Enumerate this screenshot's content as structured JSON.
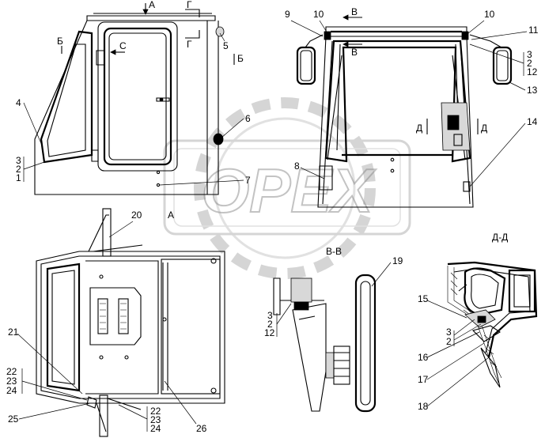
{
  "watermark": "OPEX",
  "section_labels": {
    "A_top": "А",
    "A_top_view": "А",
    "G_top": "Г",
    "G_right": "Г",
    "B_left": "Б",
    "B_right": "Б",
    "C": "С",
    "V_top": "В",
    "V_low": "В",
    "D_left": "Д",
    "D_right": "Д",
    "section_VV": "В-В",
    "section_DD": "Д-Д"
  },
  "callouts": {
    "c4": "4",
    "c5": "5",
    "c6": "6",
    "c7": "7",
    "c8": "8",
    "c9": "9",
    "c10a": "10",
    "c10b": "10",
    "c11": "11",
    "c13": "13",
    "c14": "14",
    "c15": "15",
    "c16": "16",
    "c17": "17",
    "c18": "18",
    "c19": "19",
    "c20": "20",
    "c21": "21",
    "c25": "25",
    "c26": "26"
  },
  "stacks": {
    "left_front": [
      "3",
      "2",
      "1"
    ],
    "mirror_right": [
      "3",
      "2",
      "12"
    ],
    "section_vv": [
      "3",
      "2",
      "12"
    ],
    "section_dd": [
      "3",
      "2"
    ],
    "top_left": [
      "22",
      "23",
      "24"
    ],
    "top_bottom": [
      "22",
      "23",
      "24"
    ]
  }
}
